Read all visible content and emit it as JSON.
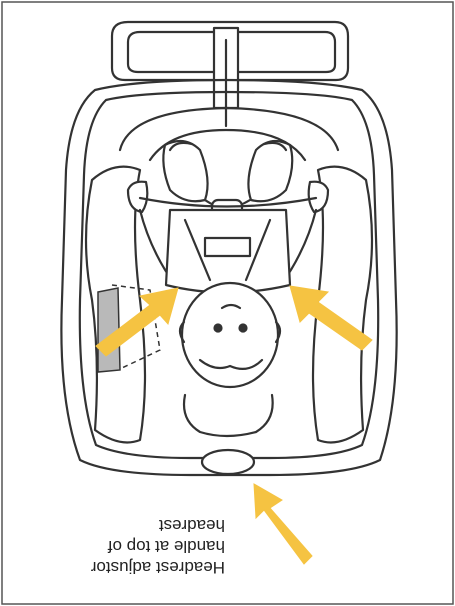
{
  "caption": {
    "lines": [
      "headrest",
      "handle at top of",
      "Headrest adjustor"
    ]
  },
  "colors": {
    "outline": "#333333",
    "arrow": "#F5C342",
    "buckle_shade": "#B9B9B9",
    "background": "#FFFFFF"
  }
}
